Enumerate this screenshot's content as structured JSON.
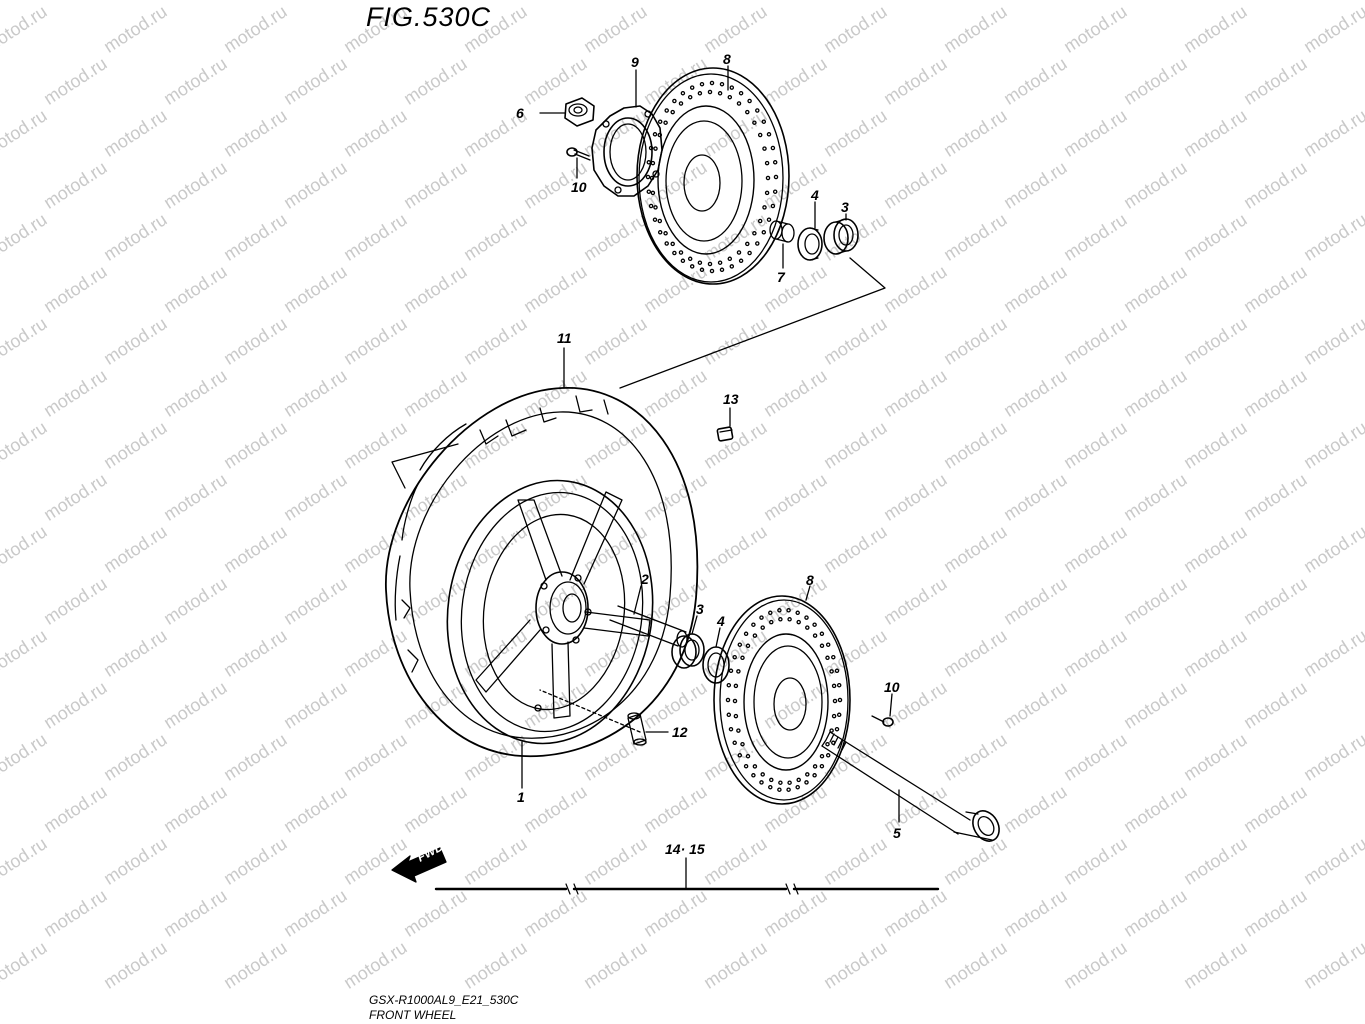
{
  "figure": {
    "title": "FIG.530C",
    "watermark": "motod.ru",
    "model_code": "GSX-R1000AL9_E21_530C",
    "section_name": "FRONT WHEEL",
    "fwd_label": "FWD"
  },
  "callouts": {
    "c1": "1",
    "c2": "2",
    "c3a": "3",
    "c3b": "3",
    "c4a": "4",
    "c4b": "4",
    "c5": "5",
    "c6": "6",
    "c7": "7",
    "c8a": "8",
    "c8b": "8",
    "c9": "9",
    "c10a": "10",
    "c10b": "10",
    "c11": "11",
    "c12": "12",
    "c13": "13",
    "c1415": "14· 15"
  },
  "colors": {
    "line": "#000000",
    "watermark": "#c9c9c9",
    "background": "#ffffff"
  }
}
